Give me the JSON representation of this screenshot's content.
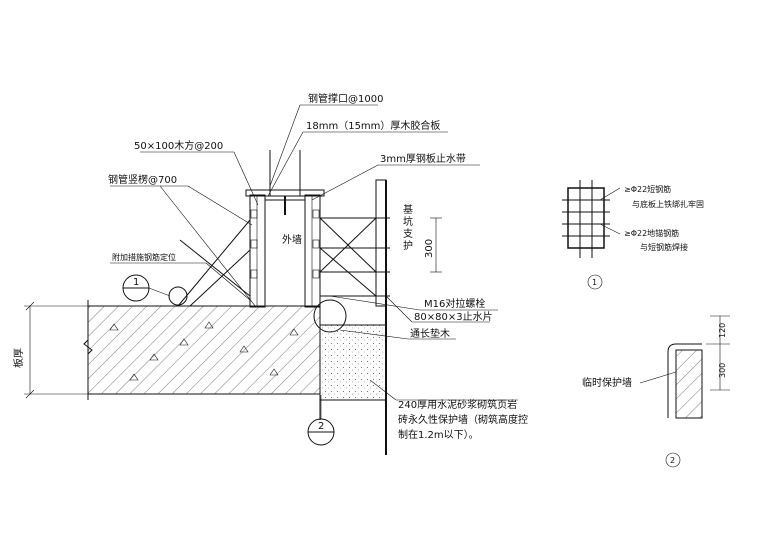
{
  "labels": {
    "steel_brace_top": "钢管撑口@1000",
    "plywood": "18mm（15mm）厚木胶合板",
    "timber": "50×100木方@200",
    "steel_strip": "3mm厚钢板止水带",
    "steel_vertical": "钢管竖楞@700",
    "pit_support": "基坑支护",
    "outer_wall": "外墙",
    "additional_rebar": "附加措施钢筋定位",
    "bolt": "M16对拉螺栓",
    "water_plate": "80×80×3止水片",
    "sleeper": "通长垫木",
    "slab_thickness": "板厚",
    "protective_wall_line1": "240厚用水泥砂浆砌筑页岩",
    "protective_wall_line2": "砖永久性保护墙（砌筑高度控",
    "protective_wall_line3": "制在1.2m以下）。",
    "dim_300_main": "300",
    "callout_1": "1",
    "callout_2": "2",
    "detail1_rebar1_line1": "≥Φ22短钢筋",
    "detail1_rebar1_line2": "与底板上铁绑扎牢固",
    "detail1_rebar2_line1": "≥Φ22地锚钢筋",
    "detail1_rebar2_line2": "与短钢筋焊接",
    "detail1_number": "1",
    "detail2_dim_120": "120",
    "detail2_dim_300": "300",
    "detail2_temp_wall": "临时保护墙",
    "detail2_number": "2"
  }
}
